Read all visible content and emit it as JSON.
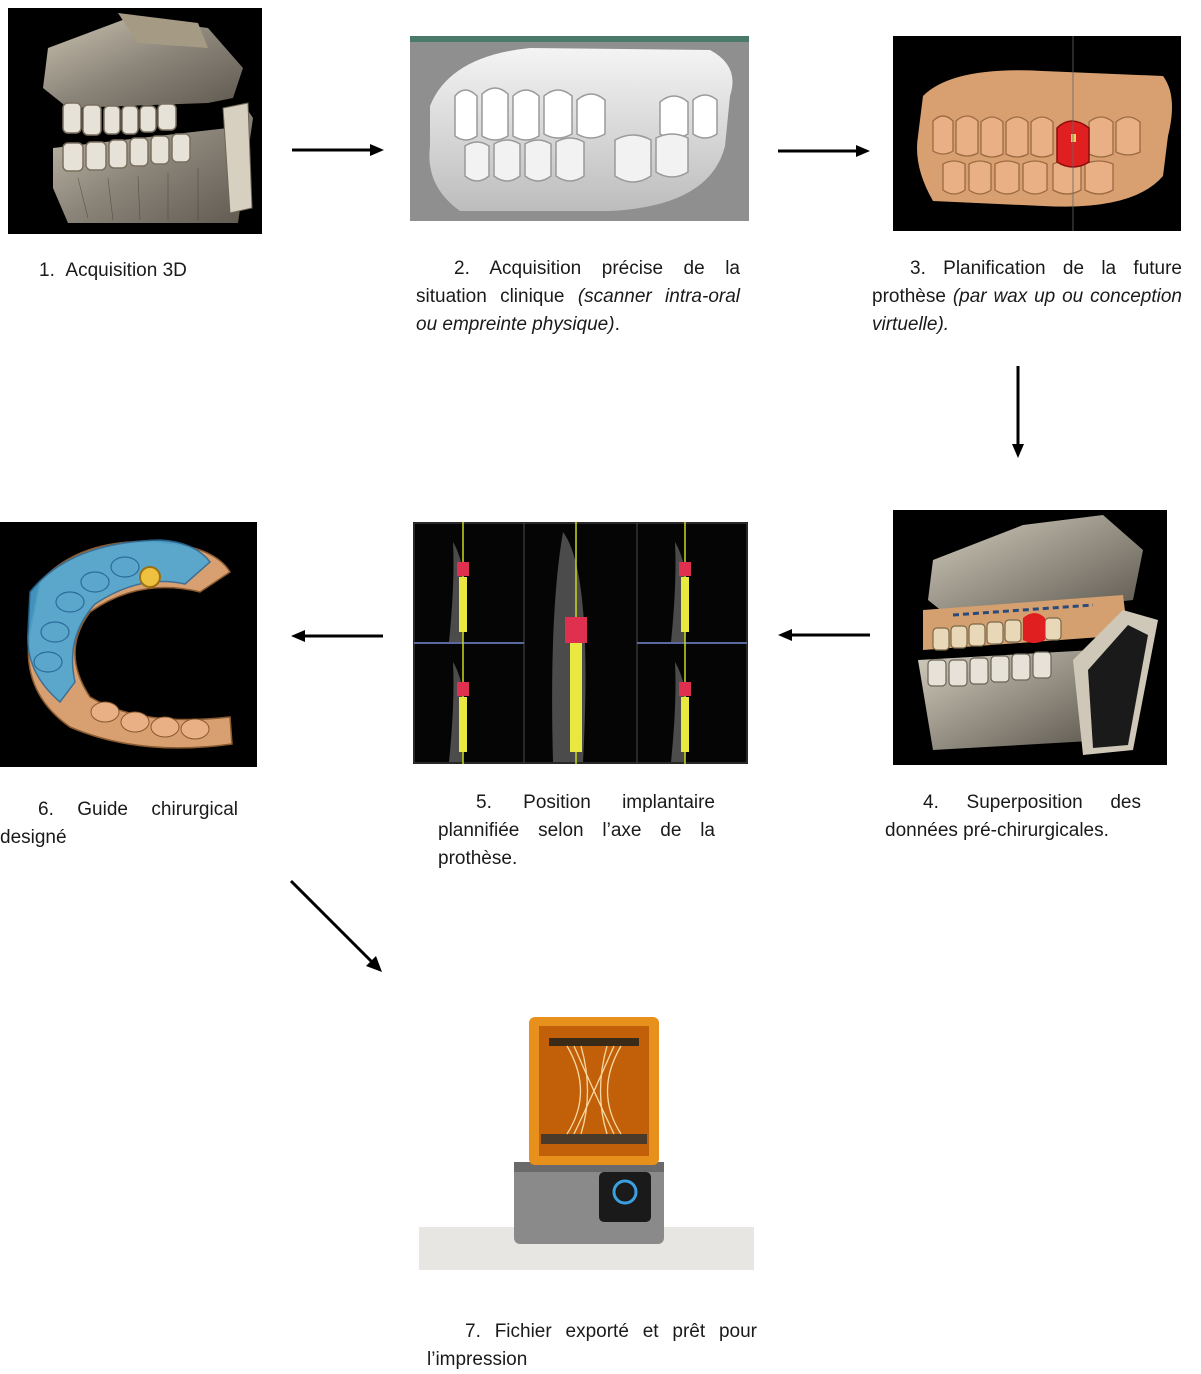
{
  "steps": [
    {
      "id": 1,
      "number": "1.",
      "title": "Acquisition 3D",
      "italic": "",
      "tail": "",
      "image": "cbct-3d-skull-jaw"
    },
    {
      "id": 2,
      "number": "2.",
      "title": "Acquisition précise de la situation clinique ",
      "italic": "(scanner intra-oral ou empreinte physique)",
      "tail": ".",
      "image": "intraoral-scan-model"
    },
    {
      "id": 3,
      "number": "3.",
      "title": "Planification de la future prothèse ",
      "italic": "(par wax up ou conception virtuelle).",
      "tail": "",
      "image": "virtual-wax-up-red-crown"
    },
    {
      "id": 4,
      "number": "4.",
      "title": "Superposition des données pré-chirurgicales.",
      "italic": "",
      "tail": "",
      "image": "superposition-cbct-model"
    },
    {
      "id": 5,
      "number": "5.",
      "title": "Position implantaire plannifiée selon l’axe de la prothèse.",
      "italic": "",
      "tail": "",
      "image": "implant-planning-ct-slices"
    },
    {
      "id": 6,
      "number": "6.",
      "title": "Guide chirurgical designé",
      "italic": "",
      "tail": "",
      "image": "surgical-guide-blue"
    },
    {
      "id": 7,
      "number": "7.",
      "title": "Fichier exporté et prêt pour l’impression",
      "italic": "",
      "tail": "",
      "image": "3d-printer-form2"
    }
  ],
  "arrows": [
    {
      "from": 1,
      "to": 2,
      "direction": "right"
    },
    {
      "from": 2,
      "to": 3,
      "direction": "right"
    },
    {
      "from": 3,
      "to": 4,
      "direction": "down"
    },
    {
      "from": 4,
      "to": 5,
      "direction": "left"
    },
    {
      "from": 5,
      "to": 6,
      "direction": "left"
    },
    {
      "from": 6,
      "to": 7,
      "direction": "down-right"
    }
  ],
  "colors": {
    "arrow": "#000000",
    "tooth_tan": "#d8a878",
    "crown_red": "#e02020",
    "guide_blue": "#4aa8d8",
    "printer_orange": "#e8901c"
  }
}
